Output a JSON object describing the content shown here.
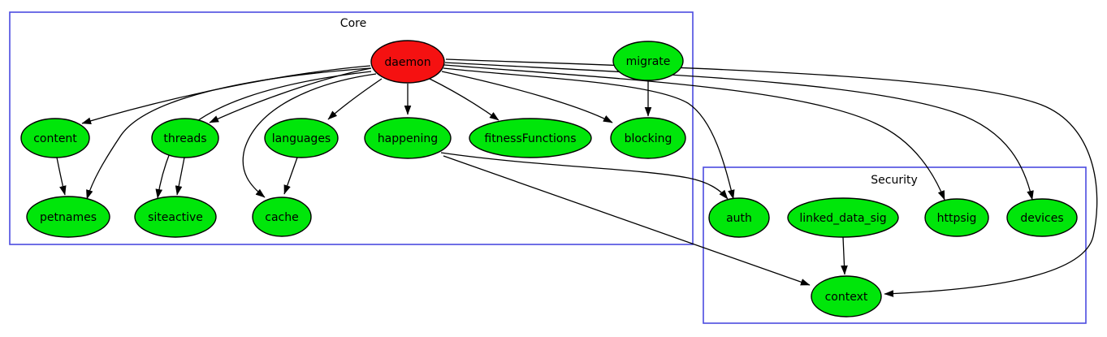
{
  "colors": {
    "background": "#ffffff",
    "node_fill_green": "#00e60a",
    "node_fill_red": "#f51111",
    "node_stroke": "#000000",
    "edge_stroke": "#000000",
    "cluster_border": "#4b4be0",
    "text": "#000000"
  },
  "clusters": {
    "core": {
      "label": "Core"
    },
    "security": {
      "label": "Security"
    }
  },
  "nodes": {
    "daemon": {
      "label": "daemon",
      "cluster": "Core",
      "fill_role": "red"
    },
    "migrate": {
      "label": "migrate",
      "cluster": "Core",
      "fill_role": "green"
    },
    "content": {
      "label": "content",
      "cluster": "Core",
      "fill_role": "green"
    },
    "threads": {
      "label": "threads",
      "cluster": "Core",
      "fill_role": "green"
    },
    "languages": {
      "label": "languages",
      "cluster": "Core",
      "fill_role": "green"
    },
    "happening": {
      "label": "happening",
      "cluster": "Core",
      "fill_role": "green"
    },
    "fitnessFunctions": {
      "label": "fitnessFunctions",
      "cluster": "Core",
      "fill_role": "green"
    },
    "blocking": {
      "label": "blocking",
      "cluster": "Core",
      "fill_role": "green"
    },
    "petnames": {
      "label": "petnames",
      "cluster": "Core",
      "fill_role": "green"
    },
    "siteactive": {
      "label": "siteactive",
      "cluster": "Core",
      "fill_role": "green"
    },
    "cache": {
      "label": "cache",
      "cluster": "Core",
      "fill_role": "green"
    },
    "auth": {
      "label": "auth",
      "cluster": "Security",
      "fill_role": "green"
    },
    "linked_data_sig": {
      "label": "linked_data_sig",
      "cluster": "Security",
      "fill_role": "green"
    },
    "httpsig": {
      "label": "httpsig",
      "cluster": "Security",
      "fill_role": "green"
    },
    "devices": {
      "label": "devices",
      "cluster": "Security",
      "fill_role": "green"
    },
    "context": {
      "label": "context",
      "cluster": "Security",
      "fill_role": "green"
    }
  },
  "edges": [
    {
      "from": "daemon",
      "to": "content"
    },
    {
      "from": "daemon",
      "to": "threads"
    },
    {
      "from": "daemon",
      "to": "languages"
    },
    {
      "from": "daemon",
      "to": "happening"
    },
    {
      "from": "daemon",
      "to": "fitnessFunctions"
    },
    {
      "from": "daemon",
      "to": "blocking"
    },
    {
      "from": "daemon",
      "to": "petnames"
    },
    {
      "from": "daemon",
      "to": "siteactive"
    },
    {
      "from": "daemon",
      "to": "cache"
    },
    {
      "from": "daemon",
      "to": "auth"
    },
    {
      "from": "daemon",
      "to": "httpsig"
    },
    {
      "from": "daemon",
      "to": "devices"
    },
    {
      "from": "daemon",
      "to": "context"
    },
    {
      "from": "migrate",
      "to": "blocking"
    },
    {
      "from": "content",
      "to": "petnames"
    },
    {
      "from": "threads",
      "to": "siteactive"
    },
    {
      "from": "languages",
      "to": "cache"
    },
    {
      "from": "happening",
      "to": "auth"
    },
    {
      "from": "happening",
      "to": "context"
    },
    {
      "from": "linked_data_sig",
      "to": "context"
    }
  ]
}
